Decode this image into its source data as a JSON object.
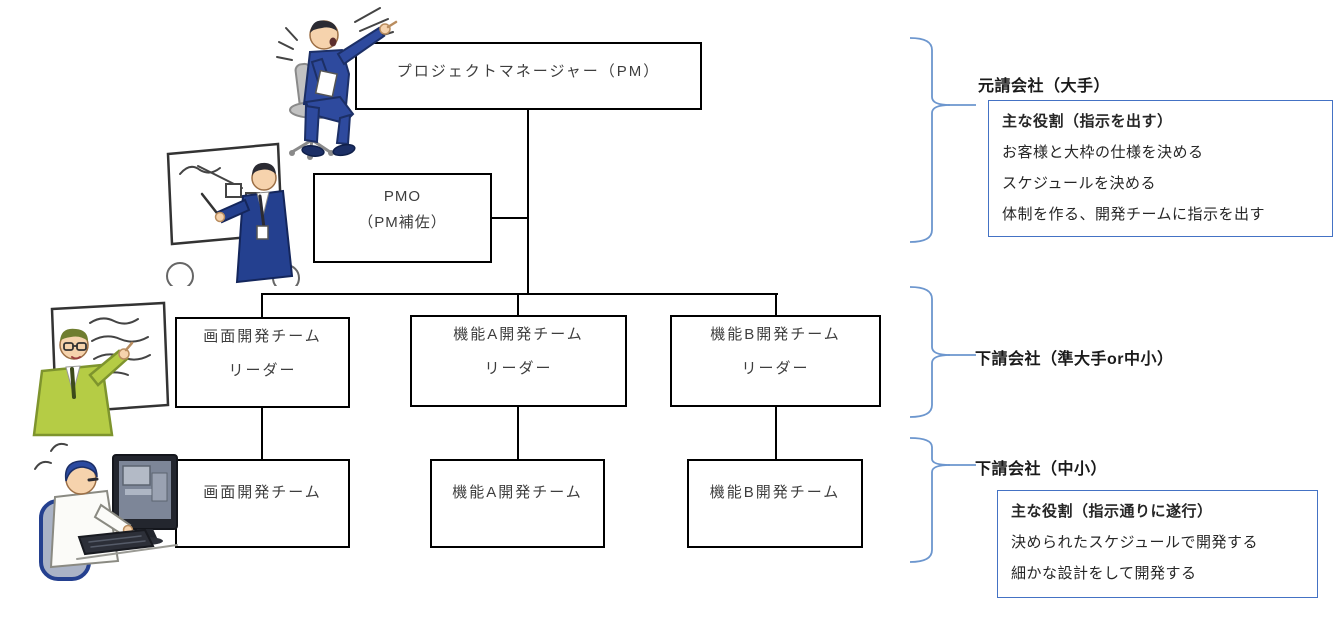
{
  "org_chart": {
    "pm_box": {
      "label": "プロジェクトマネージャー（PM）"
    },
    "pmo_box": {
      "line1": "PMO",
      "line2": "（PM補佐）"
    },
    "leader_row": [
      {
        "team": "画面開発チーム",
        "role": "リーダー"
      },
      {
        "team": "機能A開発チーム",
        "role": "リーダー"
      },
      {
        "team": "機能B開発チーム",
        "role": "リーダー"
      }
    ],
    "team_row": [
      {
        "team": "画面開発チーム"
      },
      {
        "team": "機能A開発チーム"
      },
      {
        "team": "機能B開発チーム"
      }
    ]
  },
  "annotations": {
    "tier1": {
      "heading": "元請会社（大手）",
      "box": {
        "title": "主な役割（指示を出す）",
        "lines": [
          "お客様と大枠の仕様を決める",
          "スケジュールを決める",
          "体制を作る、開発チームに指示を出す"
        ]
      }
    },
    "tier2": {
      "heading": "下請会社（準大手or中小）"
    },
    "tier3": {
      "heading": "下請会社（中小）",
      "box": {
        "title": "主な役割（指示通りに遂行）",
        "lines": [
          "決められたスケジュールで開発する",
          "細かな設計をして開発する"
        ]
      }
    }
  },
  "illustrations": {
    "pm": "man-in-blue-suit-sitting-on-chair-pointing",
    "pmo": "man-in-navy-suit-presenting-at-whiteboard",
    "leader": "man-in-green-jacket-pointing-at-whiteboard",
    "developer": "person-with-blue-hair-typing-at-computer"
  },
  "colors": {
    "box_border": "#000000",
    "box_text": "#3d3d3d",
    "annotation_border": "#4472C4",
    "brace_blue": "#6C96CE",
    "heading_text": "#1a1a1a"
  }
}
